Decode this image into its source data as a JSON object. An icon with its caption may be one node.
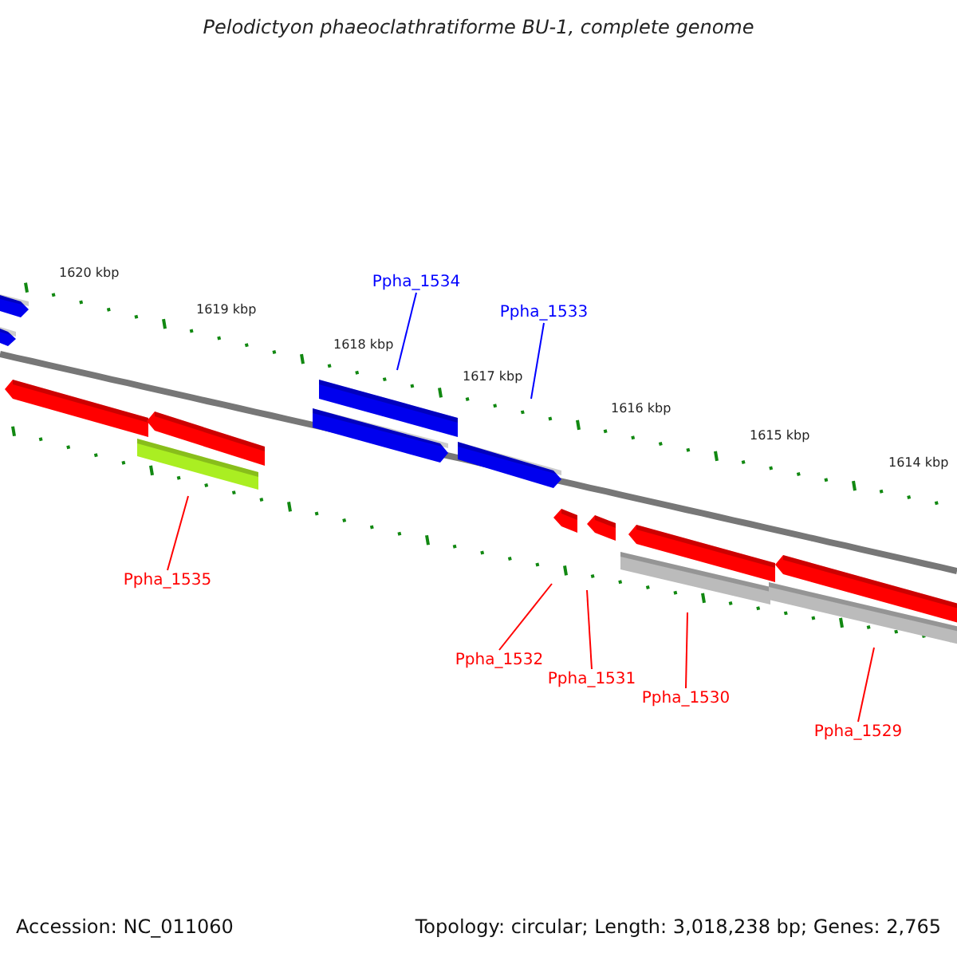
{
  "diagram": {
    "title": "Pelodictyon phaeoclathratiforme BU-1, complete genome",
    "nodes": [
      {
        "text": [
          "Ppha_1534"
        ]
      },
      {
        "text": [
          "Ppha_1533"
        ]
      },
      {
        "text": [
          "Ppha_1535"
        ]
      },
      {
        "text": [
          "Ppha_1532"
        ]
      },
      {
        "text": [
          "Ppha_1531"
        ]
      },
      {
        "text": [
          "Ppha_1530"
        ]
      },
      {
        "text": [
          "Ppha_1529"
        ]
      }
    ],
    "edges": [
      {
        "from": 0,
        "to": null,
        "arrow": "none",
        "color": "#0000ff"
      },
      {
        "from": 1,
        "to": null,
        "arrow": "none",
        "color": "#0000ff"
      },
      {
        "from": 2,
        "to": null,
        "arrow": "none"
      },
      {
        "from": 3,
        "to": null,
        "arrow": "none"
      },
      {
        "from": 4,
        "to": null,
        "arrow": "none"
      },
      {
        "from": 5,
        "to": null,
        "arrow": "none"
      },
      {
        "from": 6,
        "to": null,
        "arrow": "none"
      }
    ],
    "labels": [
      "1620 kbp",
      "1619 kbp",
      "1618 kbp",
      "1617 kbp",
      "1616 kbp",
      "1615 kbp",
      "1614 kbp",
      "Accession: NC_011060",
      "Topology: circular; Length: 3,018,238 bp; Genes: 2,765"
    ]
  }
}
